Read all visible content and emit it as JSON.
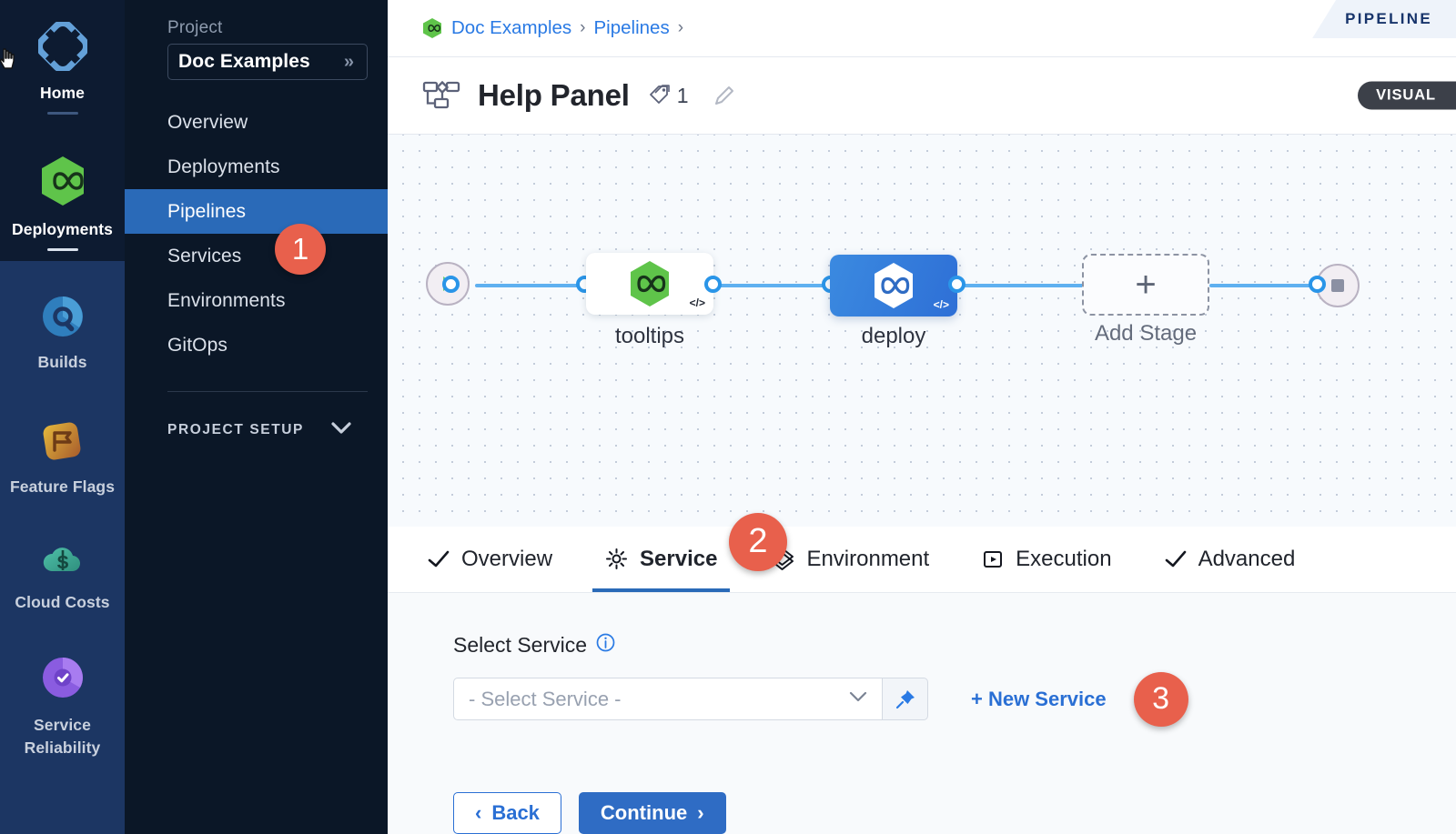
{
  "module_rail": {
    "items": [
      {
        "label": "Home",
        "icon": "home-diamond-icon",
        "active": true
      },
      {
        "label": "Deployments",
        "icon": "deployments-infinity-icon",
        "active": true
      },
      {
        "label": "Builds",
        "icon": "builds-circle-icon",
        "active": false
      },
      {
        "label": "Feature Flags",
        "icon": "feature-flags-icon",
        "active": false
      },
      {
        "label": "Cloud Costs",
        "icon": "cloud-costs-icon",
        "active": false
      },
      {
        "label": "Service Reliability",
        "icon": "service-reliability-icon",
        "active": false
      }
    ]
  },
  "sidebar": {
    "project_label": "Project",
    "project_name": "Doc Examples",
    "project_chevron": "»",
    "items": [
      {
        "label": "Overview",
        "active": false
      },
      {
        "label": "Deployments",
        "active": false
      },
      {
        "label": "Pipelines",
        "active": true
      },
      {
        "label": "Services",
        "active": false
      },
      {
        "label": "Environments",
        "active": false
      },
      {
        "label": "GitOps",
        "active": false
      }
    ],
    "setup_label": "PROJECT SETUP"
  },
  "breadcrumb": {
    "items": [
      "Doc Examples",
      "Pipelines"
    ],
    "separator": "›",
    "trailing_separator": "›"
  },
  "header": {
    "title": "Help Panel",
    "tag_count": "1",
    "pipeline_tab_label": "PIPELINE",
    "mode_badge": "VISUAL"
  },
  "canvas": {
    "nodes": [
      {
        "name": "tooltips",
        "type": "stage",
        "style": "white",
        "code_badge": "</>"
      },
      {
        "name": "deploy",
        "type": "stage",
        "style": "blue",
        "code_badge": "</>"
      },
      {
        "name": "Add Stage",
        "type": "add",
        "plus": "+"
      }
    ]
  },
  "tabs": [
    {
      "label": "Overview",
      "icon": "check-icon",
      "active": false
    },
    {
      "label": "Service",
      "icon": "gear-icon",
      "active": true
    },
    {
      "label": "Environment",
      "icon": "layers-icon",
      "active": false
    },
    {
      "label": "Execution",
      "icon": "play-box-icon",
      "active": false
    },
    {
      "label": "Advanced",
      "icon": "check-icon",
      "active": false
    }
  ],
  "form": {
    "select_service_label": "Select Service",
    "select_placeholder": "- Select Service -",
    "new_service_label": "+ New Service",
    "back_label": "Back",
    "back_chevron": "‹",
    "continue_label": "Continue",
    "continue_chevron": "›"
  },
  "annotations": [
    {
      "number": "1",
      "target": "sidebar-item-pipelines"
    },
    {
      "number": "2",
      "target": "tab-service"
    },
    {
      "number": "3",
      "target": "new-service-link"
    }
  ],
  "colors": {
    "accent_blue": "#2a6ab8",
    "annotation_red": "#e8604c",
    "rail_blue": "#1c3663",
    "sidebar_navy": "#0b1727",
    "link_blue": "#2a7ae4"
  }
}
